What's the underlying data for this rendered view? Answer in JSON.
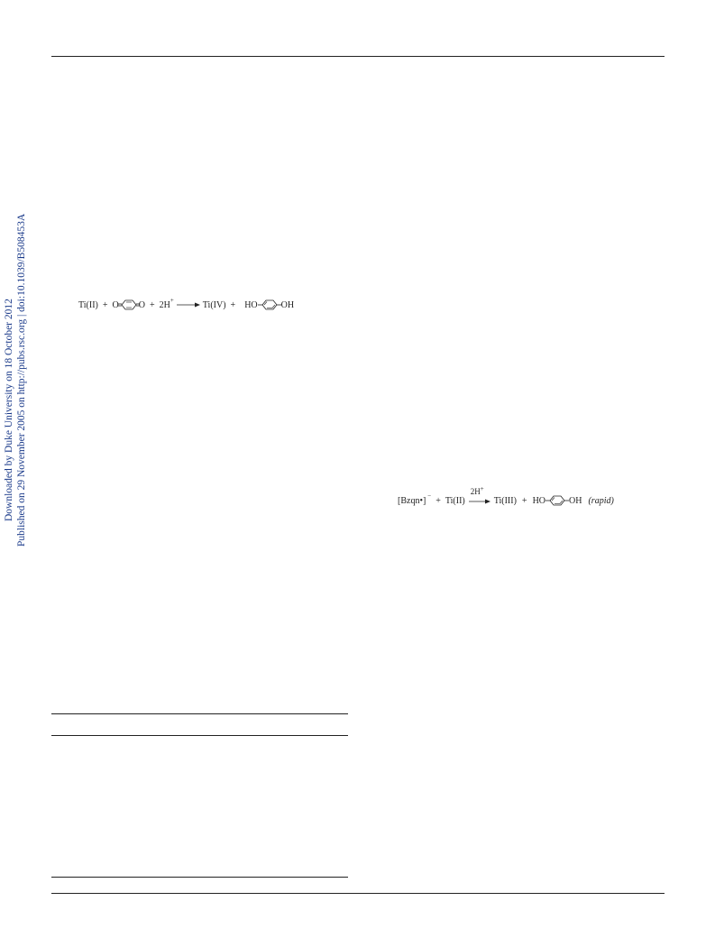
{
  "watermark": {
    "line1": "Downloaded by Duke University on 18 October 2012",
    "line2": "Published on 29 November 2005 on http://pubs.rsc.org | doi:10.1039/B508453A"
  },
  "equation1": {
    "reactant1": "Ti(II)",
    "plus1": "+",
    "quinone_left": "O",
    "quinone_right": "O",
    "plus2": "+",
    "protons": "2H",
    "proton_charge": "+",
    "product1": "Ti(IV)",
    "plus3": "+",
    "hydroquinone_left": "HO",
    "hydroquinone_right": "OH"
  },
  "equation2": {
    "reactant1": "[Bzqn•]",
    "reactant1_charge": "−",
    "plus1": "+",
    "reactant2": "Ti(II)",
    "arrow_label": "2H",
    "arrow_label_charge": "+",
    "product1": "Ti(III)",
    "plus2": "+",
    "hydroquinone_left": "HO",
    "hydroquinone_right": "OH",
    "note": "(rapid)"
  }
}
